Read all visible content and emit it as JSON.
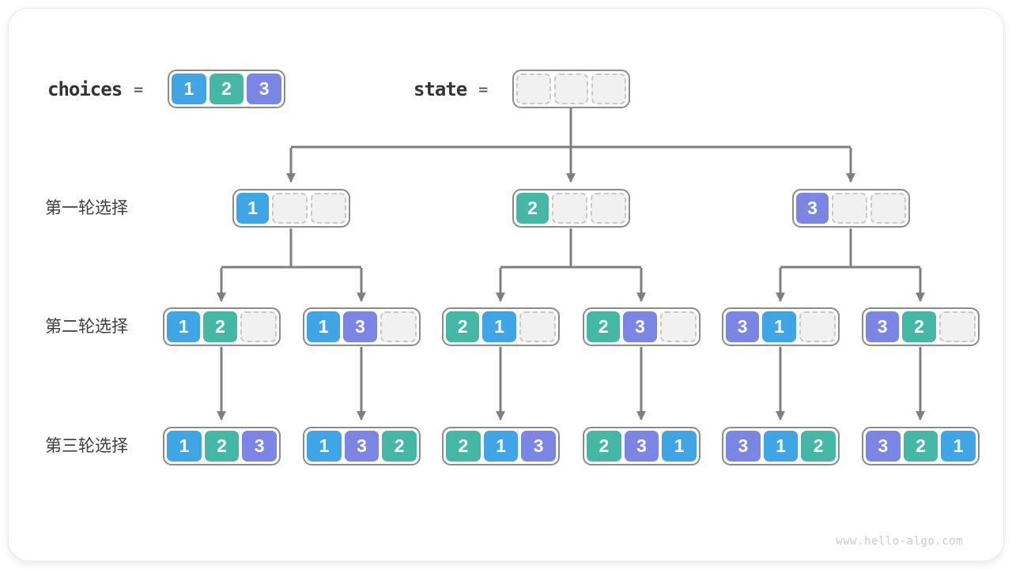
{
  "watermark": "www.hello-algo.com",
  "colors": {
    "cell_1": "#3FA5E4",
    "cell_2": "#44B8A5",
    "cell_3": "#7A85E4",
    "empty_cell_bg": "#F1F1F1",
    "empty_cell_border": "#C9C9C9",
    "node_border": "#8C8C8C",
    "arrow": "#7F7F7F"
  },
  "header": {
    "choices": {
      "label": "choices",
      "eq": "=",
      "values": [
        1,
        2,
        3
      ]
    },
    "state": {
      "label": "state",
      "eq": "=",
      "values": [
        null,
        null,
        null
      ]
    }
  },
  "rows": [
    {
      "label": "第一轮选择",
      "nodes": [
        [
          1,
          null,
          null
        ],
        [
          2,
          null,
          null
        ],
        [
          3,
          null,
          null
        ]
      ]
    },
    {
      "label": "第二轮选择",
      "nodes": [
        [
          1,
          2,
          null
        ],
        [
          1,
          3,
          null
        ],
        [
          2,
          1,
          null
        ],
        [
          2,
          3,
          null
        ],
        [
          3,
          1,
          null
        ],
        [
          3,
          2,
          null
        ]
      ]
    },
    {
      "label": "第三轮选择",
      "nodes": [
        [
          1,
          2,
          3
        ],
        [
          1,
          3,
          2
        ],
        [
          2,
          1,
          3
        ],
        [
          2,
          3,
          1
        ],
        [
          3,
          1,
          2
        ],
        [
          3,
          2,
          1
        ]
      ]
    }
  ]
}
